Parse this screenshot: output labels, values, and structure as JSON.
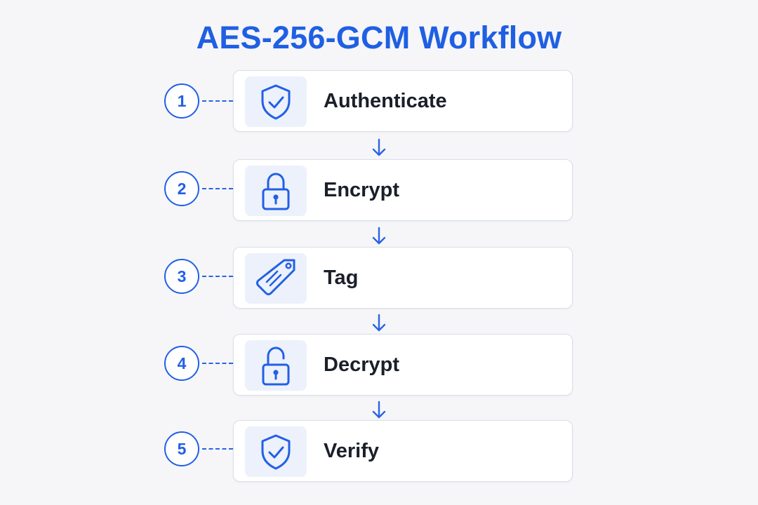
{
  "title": "AES-256-GCM Workflow",
  "colors": {
    "accent": "#1f5fe3",
    "card_background": "#ffffff",
    "icon_background": "#edf1fb",
    "page_background": "#f6f6f8",
    "label_text": "#1b1f2a"
  },
  "steps": [
    {
      "number": "1",
      "label": "Authenticate",
      "icon": "shield-check-icon"
    },
    {
      "number": "2",
      "label": "Encrypt",
      "icon": "lock-closed-icon"
    },
    {
      "number": "3",
      "label": "Tag",
      "icon": "tag-icon"
    },
    {
      "number": "4",
      "label": "Decrypt",
      "icon": "lock-open-icon"
    },
    {
      "number": "5",
      "label": "Verify",
      "icon": "shield-check-icon"
    }
  ]
}
